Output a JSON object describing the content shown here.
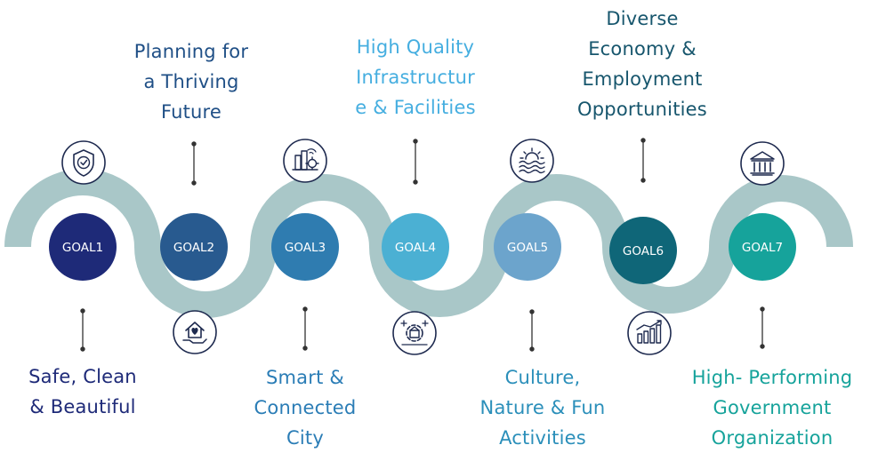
{
  "goals": [
    {
      "badge": "GOAL1",
      "title_lines": [
        "Safe, Clean",
        "& Beautiful"
      ],
      "icon": "shield-check-icon",
      "color": "#1e2a78",
      "text_color": "#1e2a78"
    },
    {
      "badge": "GOAL2",
      "title_lines": [
        "Planning for",
        "a Thriving",
        "Future"
      ],
      "icon": "home-heart-hand-icon",
      "color": "#285a8f",
      "text_color": "#1f4f86"
    },
    {
      "badge": "GOAL3",
      "title_lines": [
        "Smart &",
        "Connected",
        "City"
      ],
      "icon": "smart-city-icon",
      "color": "#2f7cb0",
      "text_color": "#2b7db6"
    },
    {
      "badge": "GOAL4",
      "title_lines": [
        "High Quality",
        "Infrastructur",
        "e & Facilities"
      ],
      "icon": "infrastructure-gear-icon",
      "color": "#4bb0d3",
      "text_color": "#45aee0"
    },
    {
      "badge": "GOAL5",
      "title_lines": [
        "Culture,",
        "Nature & Fun",
        "Activities"
      ],
      "icon": "sunset-waves-icon",
      "color": "#6ca4cc",
      "text_color": "#2b8fba"
    },
    {
      "badge": "GOAL6",
      "title_lines": [
        "Diverse",
        "Economy &",
        "Employment",
        "Opportunities"
      ],
      "icon": "bar-chart-growth-icon",
      "color": "#0f6678",
      "text_color": "#17566d"
    },
    {
      "badge": "GOAL7",
      "title_lines": [
        "High- Performing",
        "Government",
        "Organization"
      ],
      "icon": "government-building-icon",
      "color": "#16a39b",
      "text_color": "#16a39b"
    }
  ],
  "colors": {
    "ribbon": "#a9c7c8",
    "connector": "#333333",
    "icon_stroke": "#1e2a4f"
  }
}
